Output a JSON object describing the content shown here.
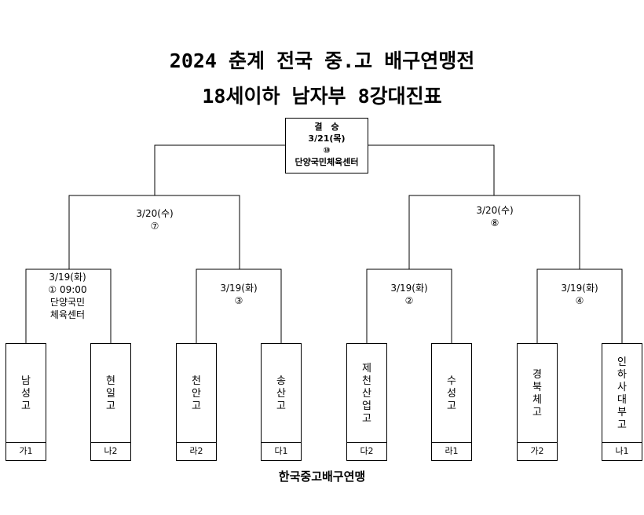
{
  "title": {
    "line1": "2024 춘계 전국 중.고 배구연맹전",
    "line2": "18세이하 남자부 8강대진표"
  },
  "final": {
    "label": "결　승",
    "date": "3/21(목)",
    "match_no": "⑩",
    "venue": "단양국민체육센터"
  },
  "semis": [
    {
      "date": "3/20(수)",
      "match_no": "⑦"
    },
    {
      "date": "3/20(수)",
      "match_no": "⑧"
    }
  ],
  "quarters": [
    {
      "date": "3/19(화)",
      "match_no": "①  09:00",
      "venue_line1": "단양국민",
      "venue_line2": "체육센터"
    },
    {
      "date": "3/19(화)",
      "match_no": "③"
    },
    {
      "date": "3/19(화)",
      "match_no": "②"
    },
    {
      "date": "3/19(화)",
      "match_no": "④"
    }
  ],
  "teams": [
    {
      "name": "남성고",
      "group": "가1"
    },
    {
      "name": "현일고",
      "group": "나2"
    },
    {
      "name": "천안고",
      "group": "라2"
    },
    {
      "name": "송산고",
      "group": "다1"
    },
    {
      "name": "제천산업고",
      "group": "다2"
    },
    {
      "name": "수성고",
      "group": "라1"
    },
    {
      "name": "경북체고",
      "group": "가2"
    },
    {
      "name": "인하사대부고",
      "group": "나1"
    }
  ],
  "footer": "한국중고배구연맹"
}
